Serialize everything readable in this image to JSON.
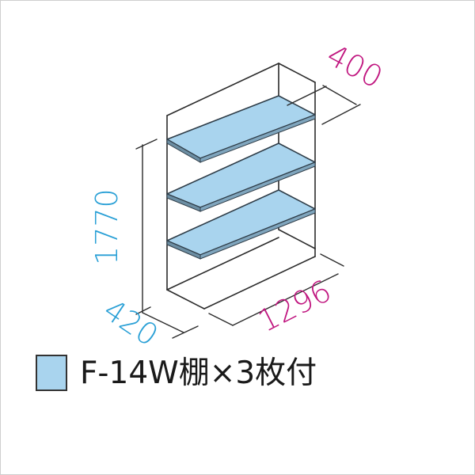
{
  "diagram": {
    "type": "isometric-shelf-dimensions",
    "colors": {
      "line": "#2b2b2b",
      "shelf_fill": "#a9d4ee",
      "shelf_edge": "#3a4a55",
      "dim_magenta": "#c0157f",
      "dim_cyan": "#2aa0d6",
      "frame": "#cfcfcf"
    },
    "dimensions": {
      "depth_top": "400",
      "height": "1770",
      "depth_bottom": "420",
      "width": "1296"
    },
    "shelf_count": 3
  },
  "legend": {
    "swatch_color": "#a9d4ee",
    "label": "F-14W棚×3枚付"
  }
}
